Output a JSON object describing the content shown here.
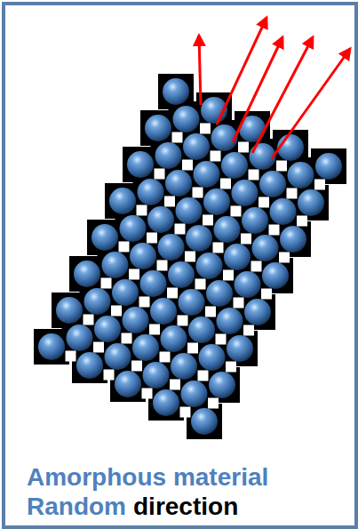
{
  "diagram": {
    "labels": [
      "Amorphous material",
      "Random",
      "direction"
    ]
  }
}
